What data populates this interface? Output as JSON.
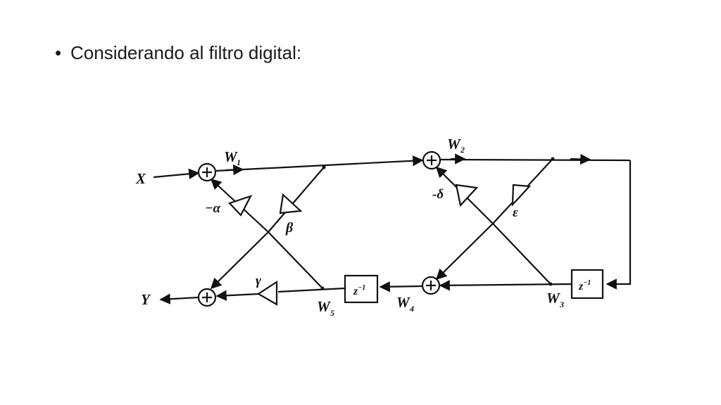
{
  "slide": {
    "bullet_text": "Considerando al filtro digital:"
  },
  "diagram": {
    "input_label": "X",
    "output_label": "Y",
    "nodes": [
      {
        "name": "W",
        "index": "1"
      },
      {
        "name": "W",
        "index": "2"
      },
      {
        "name": "W",
        "index": "3"
      },
      {
        "name": "W",
        "index": "4"
      },
      {
        "name": "W",
        "index": "5"
      }
    ],
    "gains": {
      "alpha": "−α",
      "beta": "β",
      "delta": "-δ",
      "epsilon": "ε",
      "gamma": "γ"
    },
    "delays": [
      {
        "base": "z",
        "exponent": "−1"
      },
      {
        "base": "z",
        "exponent": "−1"
      }
    ]
  }
}
